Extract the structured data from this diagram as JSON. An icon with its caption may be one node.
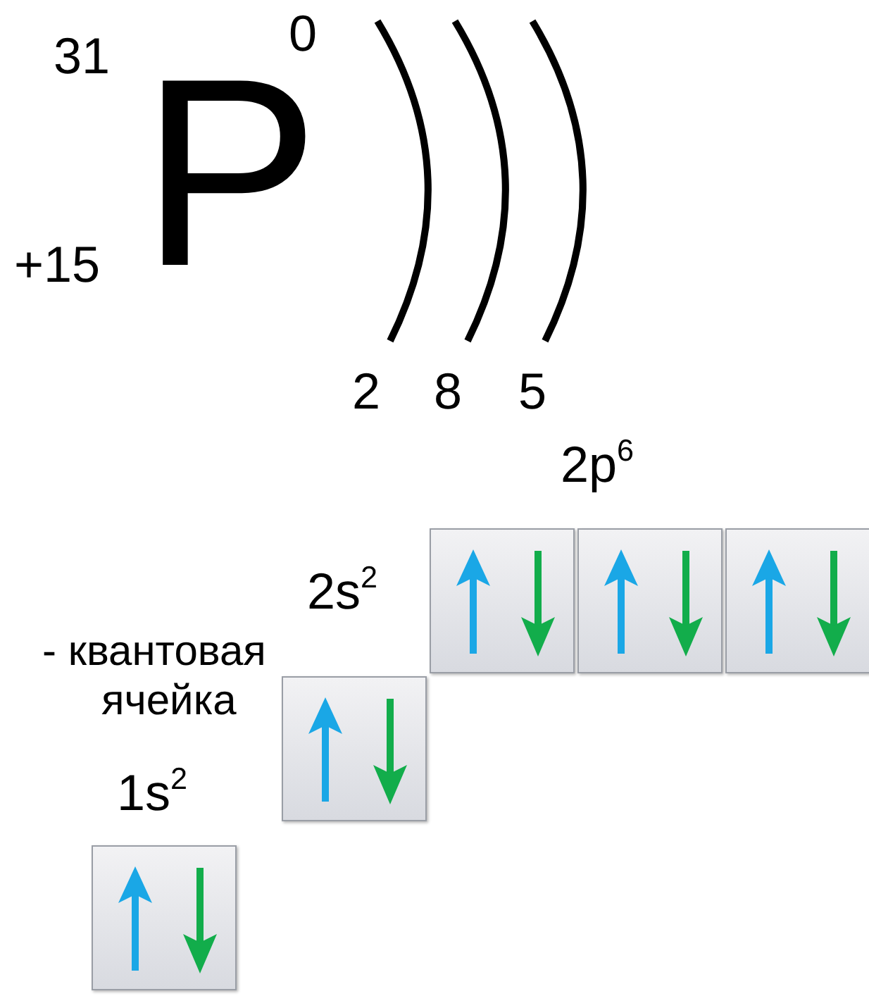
{
  "diagram": {
    "nodes": [
      {
        "text": [],
        "shape": "box"
      },
      {
        "text": [],
        "shape": "box"
      },
      {
        "text": [],
        "shape": "box"
      },
      {
        "text": [],
        "shape": "box"
      },
      {
        "text": [],
        "shape": "box"
      }
    ],
    "labels": [
      "31",
      "0",
      "P",
      "+15",
      "2",
      "8",
      "5",
      "2p$^{6}$",
      "2s$^{2}$",
      "- квантовая ячейка",
      "1s$^{2}$"
    ]
  }
}
